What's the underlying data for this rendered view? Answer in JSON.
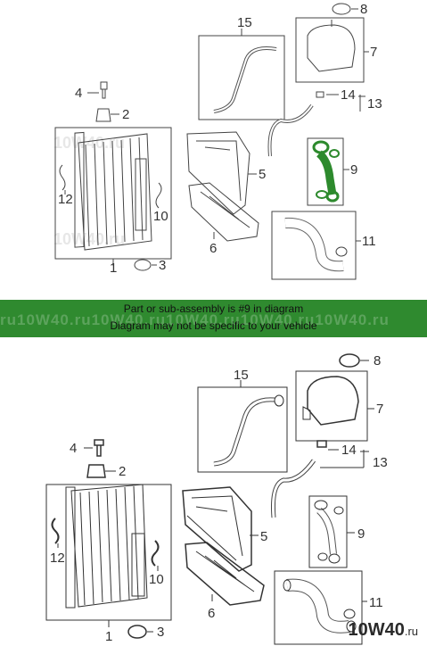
{
  "banner": {
    "line1": "Part or sub-assembly is #9 in diagram",
    "line2": "Diagram may not be specific to your vehicle",
    "watermark": "ru10W40.ru10W40.ru10W40.ru10W40.ru10W40.ru"
  },
  "watermark_ghost": "10W40.ru",
  "logo": {
    "brand": "10W40",
    "domain": ".ru"
  },
  "callouts": {
    "c1": "1",
    "c2": "2",
    "c3": "3",
    "c4": "4",
    "c5": "5",
    "c6": "6",
    "c7": "7",
    "c8": "8",
    "c9": "9",
    "c10": "10",
    "c11": "11",
    "c12": "12",
    "c13": "13",
    "c14": "14",
    "c15": "15"
  },
  "colors": {
    "highlight": "#2d8a2d",
    "banner": "#2f8a2f",
    "line": "#333333"
  },
  "highlighted_part": "9"
}
